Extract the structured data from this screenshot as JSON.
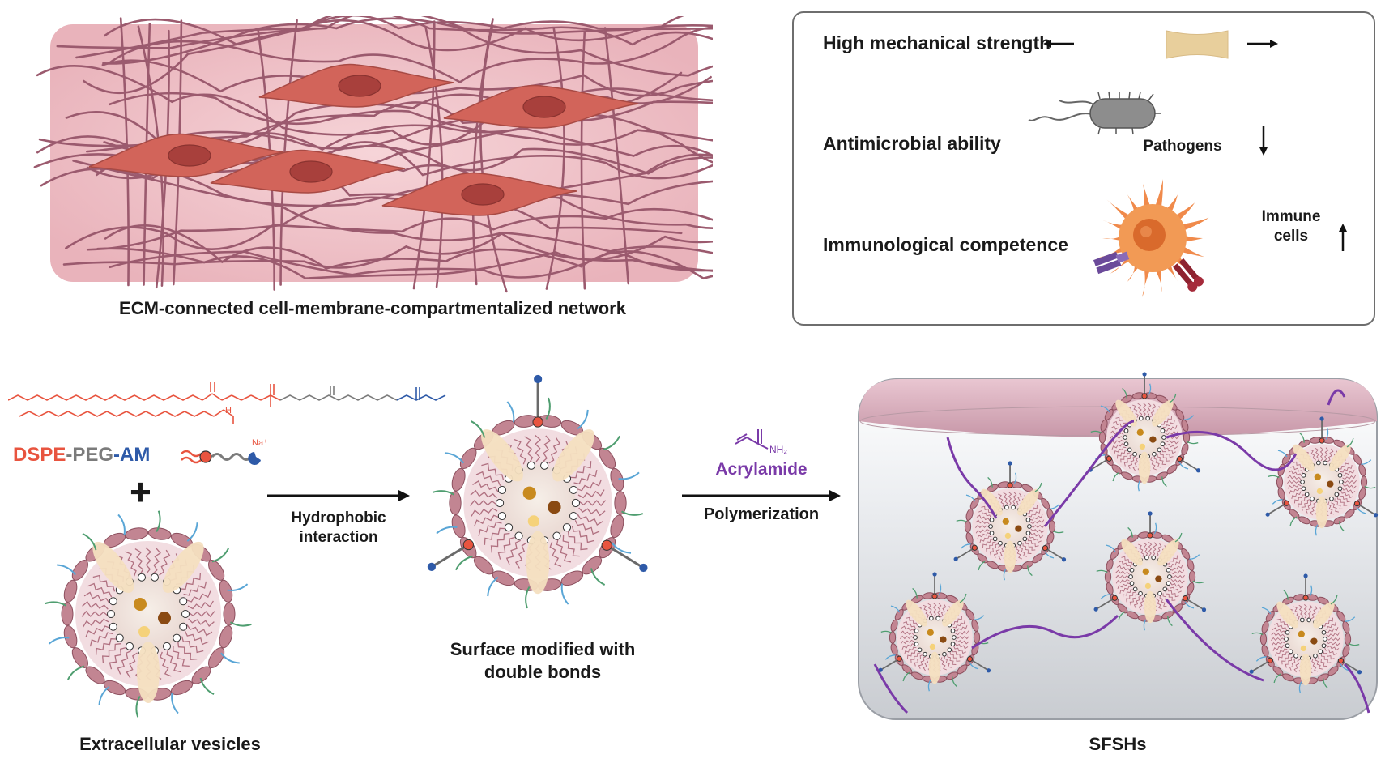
{
  "ecm": {
    "caption": "ECM-connected cell-membrane-compartmentalized network"
  },
  "properties": {
    "items": [
      {
        "label": "High mechanical strength",
        "icon": "stretched-sample-icon"
      },
      {
        "label": "Antimicrobial ability",
        "icon": "bacterium-icon",
        "side_label": "Pathogens"
      },
      {
        "label": "Immunological competence",
        "icon": "immune-cell-icon",
        "side_label_line1": "Immune",
        "side_label_line2": "cells"
      }
    ]
  },
  "reagent": {
    "formula_labels": {
      "sodium": "Na⁺",
      "nh": "H"
    },
    "name_parts": {
      "dspe": "DSPE",
      "sep1": "-",
      "peg": "PEG",
      "sep2": "-",
      "am": "AM"
    },
    "colors": {
      "dspe": "#e8543f",
      "peg": "#7b7b7b",
      "am": "#2e5aa8"
    }
  },
  "steps": {
    "plus": "+",
    "ev_caption": "Extracellular vesicles",
    "hydrophobic_line1": "Hydrophobic",
    "hydrophobic_line2": "interaction",
    "modified_line1": "Surface modified with",
    "modified_line2": "double bonds",
    "acrylamide": "Acrylamide",
    "acrylamide_nh2": "NH₂",
    "polymerization": "Polymerization",
    "sfsh_caption": "SFSHs"
  },
  "colors": {
    "acrylamide": "#7a3aa8",
    "membrane": "#b87986",
    "cell": "#d2645a",
    "fiber": "#9b5a6e"
  }
}
